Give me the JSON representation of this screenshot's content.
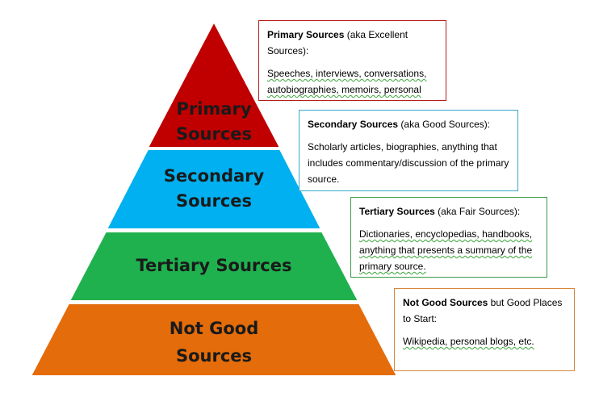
{
  "pyramid": {
    "tiers": [
      {
        "id": "primary",
        "lines": [
          "Primary",
          "Sources"
        ],
        "color": "#c00000"
      },
      {
        "id": "secondary",
        "lines": [
          "Secondary",
          "Sources"
        ],
        "color": "#00b0f0"
      },
      {
        "id": "tertiary",
        "lines": [
          "Tertiary Sources"
        ],
        "color": "#1fb14e"
      },
      {
        "id": "notgood",
        "lines": [
          "Not Good",
          "Sources"
        ],
        "color": "#e46c0a"
      }
    ]
  },
  "boxes": {
    "primary": {
      "title": "Primary Sources",
      "qualifier": " (aka Excellent Sources):",
      "body": "Speeches, interviews, conversations, autobiographies, memoirs, personal",
      "border_color": "#b51c1c"
    },
    "secondary": {
      "title": "Secondary Sources",
      "qualifier": " (aka Good Sources):",
      "body": "Scholarly articles, biographies, anything that includes commentary/discussion of the primary source.",
      "border_color": "#36a9c9"
    },
    "tertiary": {
      "title": "Tertiary Sources",
      "qualifier": " (aka Fair Sources):",
      "body": "Dictionaries, encyclopedias, handbooks, anything that presents a summary of the primary source.",
      "border_color": "#3a9b4a"
    },
    "notgood": {
      "title": "Not Good Sources",
      "qualifier": " but Good Places to Start:",
      "body": "Wikipedia, personal blogs, etc.",
      "border_color": "#d7863a"
    }
  }
}
